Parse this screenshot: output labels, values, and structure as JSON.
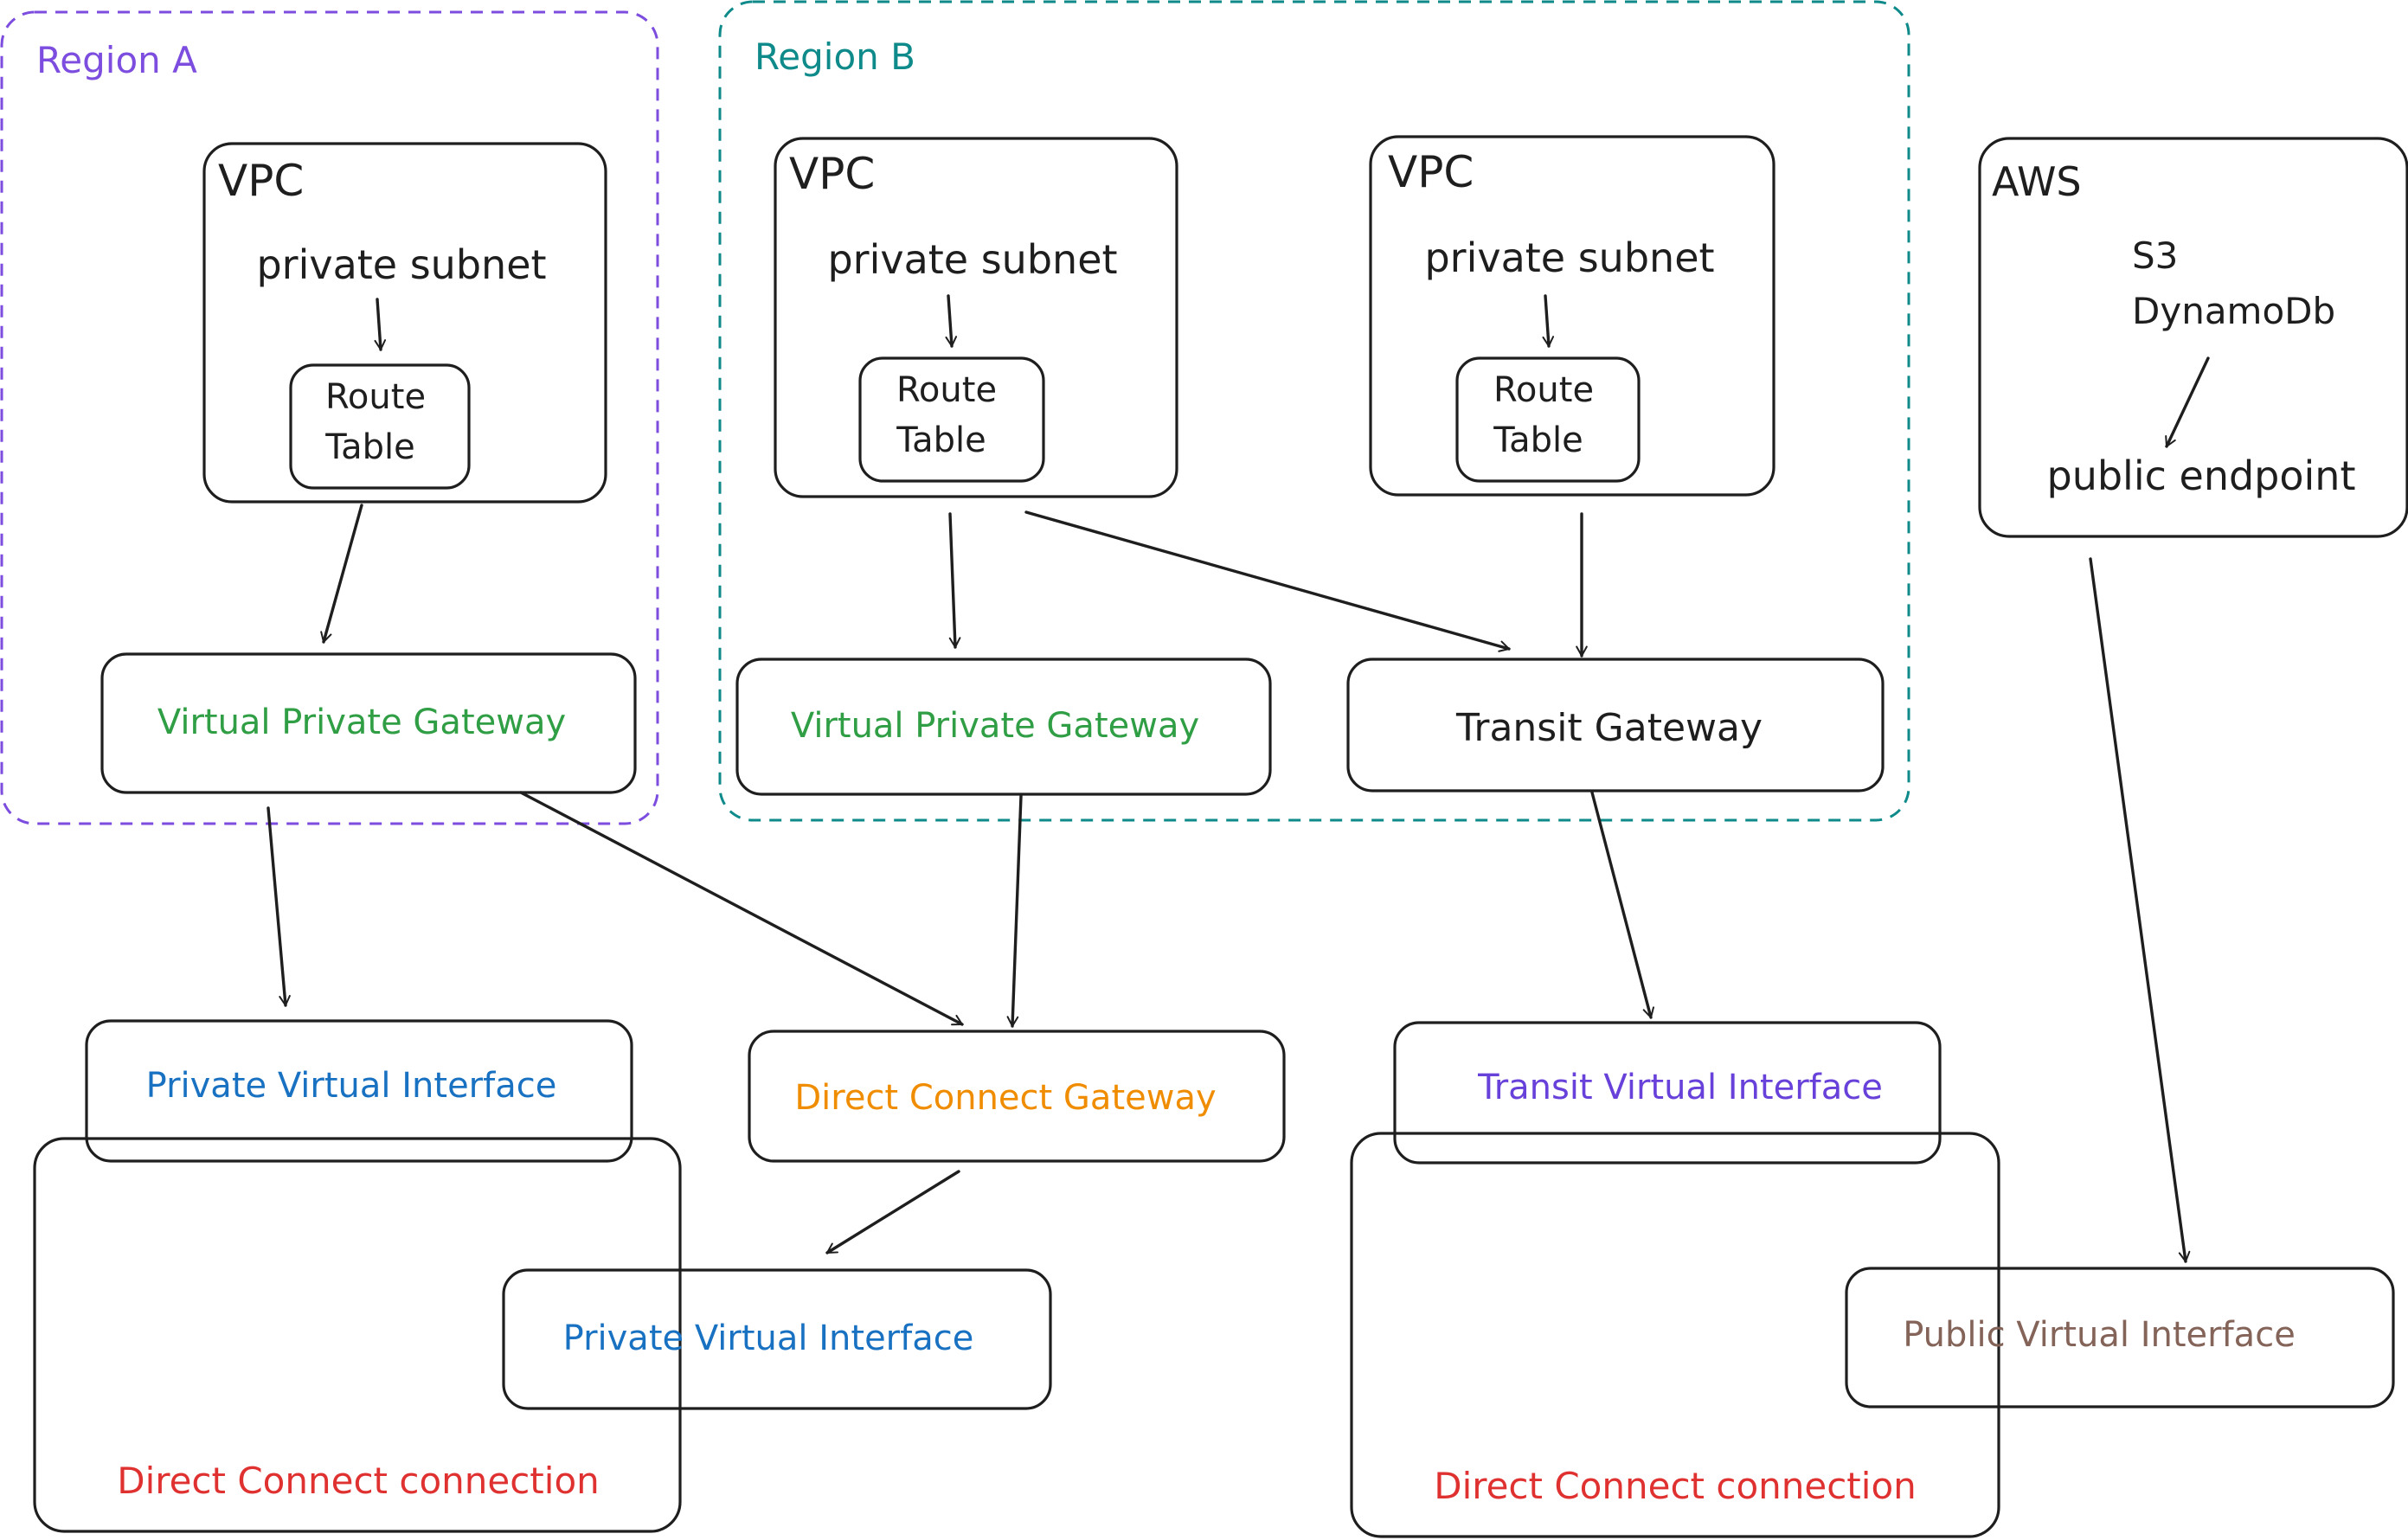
{
  "regions": {
    "a": {
      "label": "Region A",
      "color": "#7c4dde"
    },
    "b": {
      "label": "Region B",
      "color": "#0e8a8a"
    }
  },
  "vpcs": [
    {
      "title": "VPC",
      "subnet": "private subnet",
      "route_line1": "Route",
      "route_line2": "Table"
    },
    {
      "title": "VPC",
      "subnet": "private subnet",
      "route_line1": "Route",
      "route_line2": "Table"
    },
    {
      "title": "VPC",
      "subnet": "private subnet",
      "route_line1": "Route",
      "route_line2": "Table"
    }
  ],
  "aws": {
    "title": "AWS",
    "service1": "S3",
    "service2": "DynamoDb",
    "endpoint": "public endpoint"
  },
  "gateways": {
    "vpg_a": {
      "label": "Virtual Private Gateway",
      "color": "#2f9e44"
    },
    "vpg_b": {
      "label": "Virtual Private Gateway",
      "color": "#2f9e44"
    },
    "tgw": {
      "label": "Transit Gateway",
      "color": "#1e1e1e"
    },
    "dxgw": {
      "label": "Direct Connect Gateway",
      "color": "#f08c00"
    }
  },
  "interfaces": {
    "private_1": {
      "label": "Private Virtual Interface",
      "color": "#1971c2"
    },
    "private_2": {
      "label": "Private Virtual Interface",
      "color": "#1971c2"
    },
    "transit": {
      "label": "Transit Virtual Interface",
      "color": "#6741d9"
    },
    "public": {
      "label": "Public Virtual Interface",
      "color": "#846358"
    }
  },
  "connections": {
    "left": {
      "label": "Direct Connect connection",
      "color": "#e03131"
    },
    "right": {
      "label": "Direct Connect connection",
      "color": "#e03131"
    }
  }
}
